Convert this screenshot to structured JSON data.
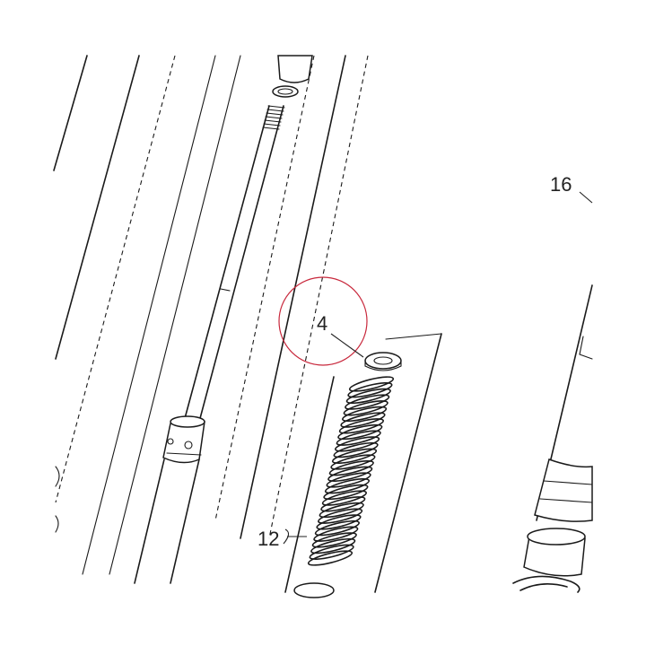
{
  "diagram": {
    "callouts": {
      "part_4": "4",
      "part_12": "12",
      "part_16": "16"
    },
    "highlight_color": "#c8283c",
    "line_color": "#1a1a1a"
  }
}
